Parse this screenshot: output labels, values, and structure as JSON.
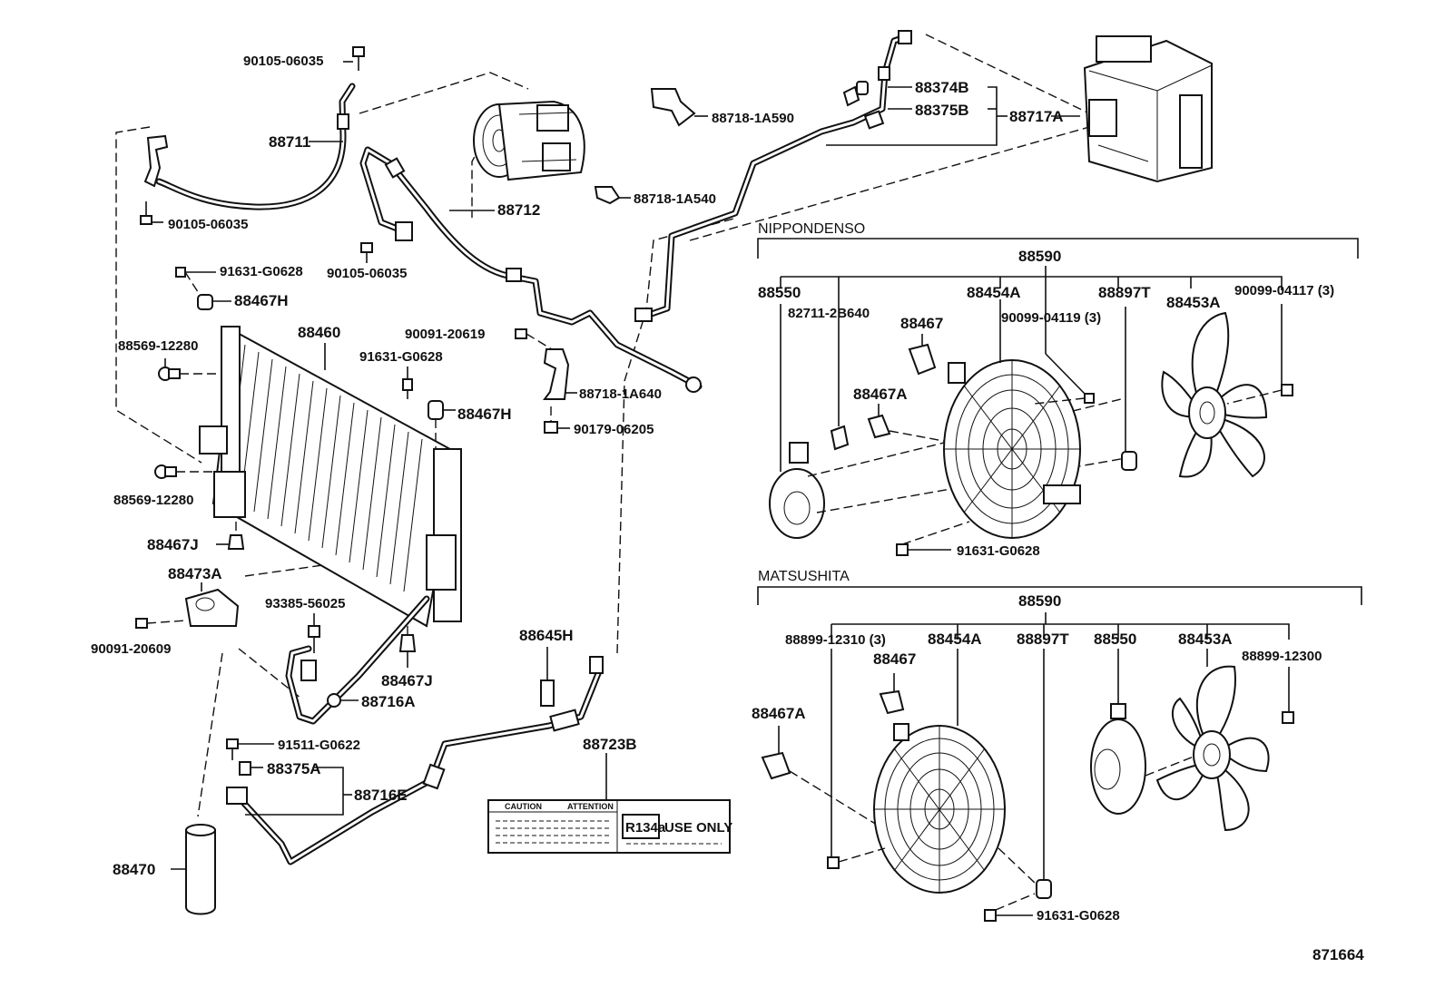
{
  "groups": {
    "nippondenso": "NIPPONDENSO",
    "matsushita": "MATSUSHITA"
  },
  "labels": {
    "p90105_06035_top": "90105-06035",
    "p88711": "88711",
    "p90105_06035_left": "90105-06035",
    "p88712": "88712",
    "p90105_06035_mid": "90105-06035",
    "p91631_g0628_a": "91631-G0628",
    "p88467h_a": "88467H",
    "p88460": "88460",
    "p88569_12280_a": "88569-12280",
    "p88569_12280_b": "88569-12280",
    "p88467j_a": "88467J",
    "p88473a": "88473A",
    "p90091_20609": "90091-20609",
    "p93385_56025": "93385-56025",
    "p88467j_b": "88467J",
    "p88716a": "88716A",
    "p91511_g0622": "91511-G0622",
    "p88375a": "88375A",
    "p88716e": "88716E",
    "p88470": "88470",
    "p90091_20619": "90091-20619",
    "p91631_g0628_b": "91631-G0628",
    "p88467h_b": "88467H",
    "p88718_1a640": "88718-1A640",
    "p90179_06205": "90179-06205",
    "p88718_1a590": "88718-1A590",
    "p88718_1a540": "88718-1A540",
    "p88374b": "88374B",
    "p88375b": "88375B",
    "p88717a": "88717A",
    "p88645h": "88645H",
    "p88723b": "88723B",
    "nd_88590": "88590",
    "nd_88550": "88550",
    "nd_82711_2b640": "82711-2B640",
    "nd_88467": "88467",
    "nd_88467a": "88467A",
    "nd_88454a": "88454A",
    "nd_90099_04119": "90099-04119 (3)",
    "nd_88897t": "88897T",
    "nd_88453a": "88453A",
    "nd_90099_04117": "90099-04117 (3)",
    "nd_91631_g0628": "91631-G0628",
    "ms_88590": "88590",
    "ms_88899_12310": "88899-12310 (3)",
    "ms_88454a": "88454A",
    "ms_88897t": "88897T",
    "ms_88550": "88550",
    "ms_88453a": "88453A",
    "ms_88899_12300": "88899-12300",
    "ms_88467": "88467",
    "ms_88467a": "88467A",
    "ms_91631_g0628": "91631-G0628",
    "figure_number": "871664"
  },
  "caution_label": {
    "caution": "CAUTION",
    "attention": "ATTENTION",
    "r134a": "R134a",
    "use_only": "USE ONLY"
  }
}
